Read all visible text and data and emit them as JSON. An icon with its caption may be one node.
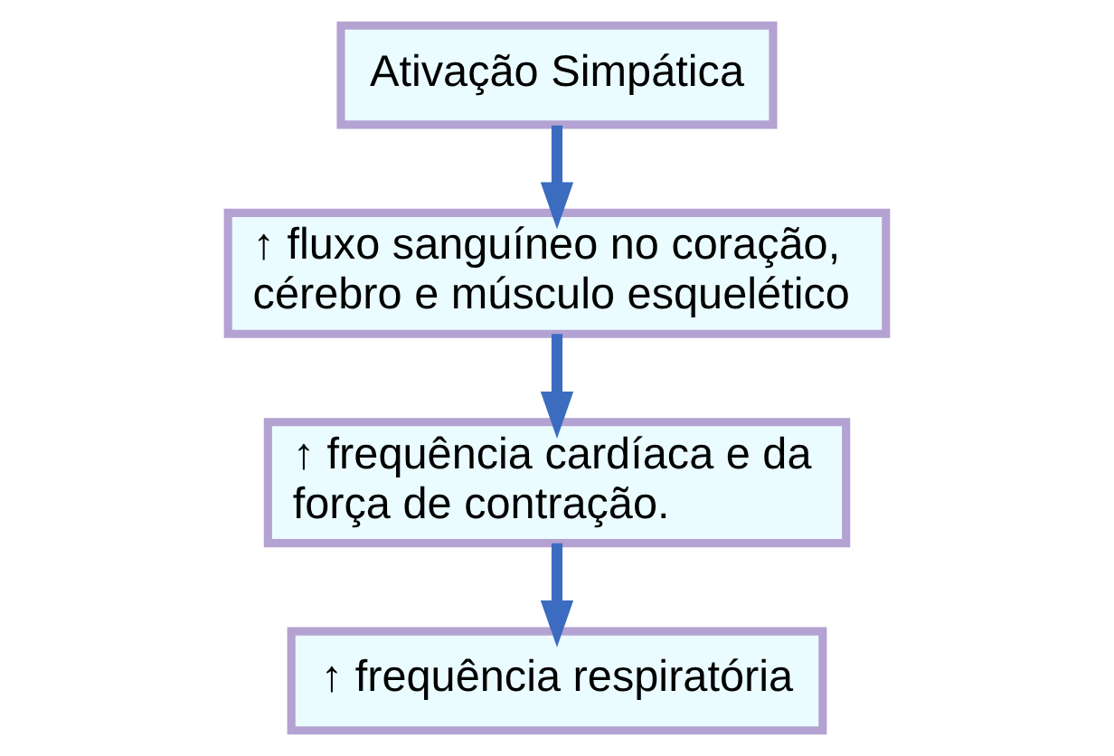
{
  "diagram": {
    "nodes": [
      {
        "text": [
          "Ativação Simpática"
        ]
      },
      {
        "text": [
          "↑ fluxo sanguíneo no coração, cérebro e músculo esquelético"
        ]
      },
      {
        "text": [
          "↑ frequência cardíaca e da força de contração."
        ]
      },
      {
        "text": [
          "↑ frequência respiratória"
        ]
      }
    ],
    "edges": [
      {
        "from": 0,
        "to": 1,
        "arrow": "to"
      },
      {
        "from": 1,
        "to": 2,
        "arrow": "to"
      },
      {
        "from": 2,
        "to": 3,
        "arrow": "to"
      }
    ]
  }
}
